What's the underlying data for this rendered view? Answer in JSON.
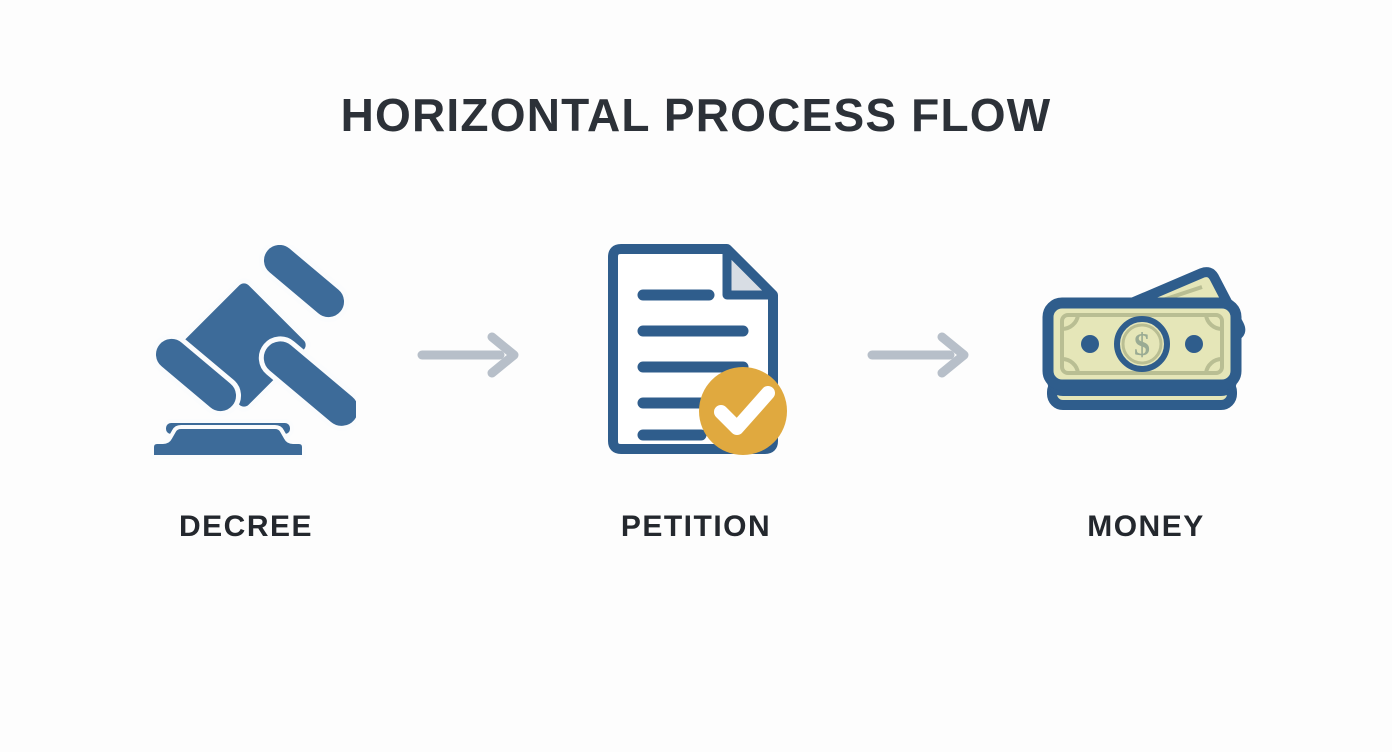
{
  "page": {
    "title": "HORIZONTAL PROCESS FLOW",
    "background_color": "#fdfdfd",
    "title_color": "#2c3138",
    "label_color": "#24282e"
  },
  "palette": {
    "icon_blue": "#3d6b99",
    "icon_blue_dark": "#2f5d8c",
    "accent_amber": "#e0a93f",
    "arrow_gray": "#b7bfc9",
    "paper_white": "#ffffff",
    "fold_gray": "#d8dde4",
    "money_fill": "#e5e6b8",
    "money_dollar": "#9aab93"
  },
  "flow": {
    "steps": [
      {
        "id": "step-1",
        "label": "DECREE",
        "icon": "gavel-icon",
        "icon_description": "judge gavel with sound block"
      },
      {
        "id": "step-2",
        "label": "PETITION",
        "icon": "document-check-icon",
        "icon_description": "document with folded corner, five text lines and amber check badge"
      },
      {
        "id": "step-3",
        "label": "MONEY",
        "icon": "banknotes-icon",
        "icon_description": "stack of banknotes with dollar sign"
      }
    ],
    "connectors": [
      {
        "id": "connector-1",
        "icon": "arrow-right-icon"
      },
      {
        "id": "connector-2",
        "icon": "arrow-right-icon"
      }
    ]
  }
}
